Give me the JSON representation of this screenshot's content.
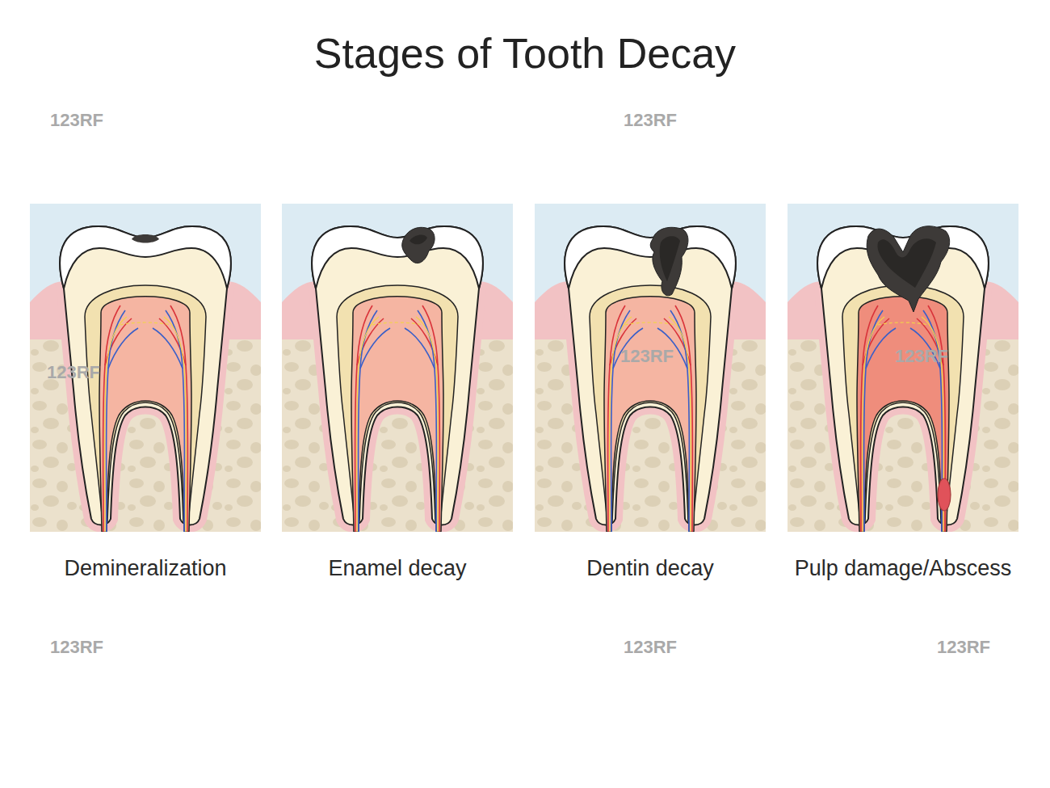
{
  "diagram": {
    "title": "Stages of Tooth Decay",
    "nodes": [
      {
        "text": [
          "Demineralization"
        ]
      },
      {
        "text": [
          "Enamel decay"
        ]
      },
      {
        "text": [
          "Dentin decay"
        ]
      },
      {
        "text": [
          "Pulp damage/Abscess"
        ]
      }
    ],
    "labels": [
      "123RF",
      "123RF",
      "123RF",
      "123RF",
      "123RF",
      "123RF",
      "123RF",
      "123RF"
    ]
  }
}
